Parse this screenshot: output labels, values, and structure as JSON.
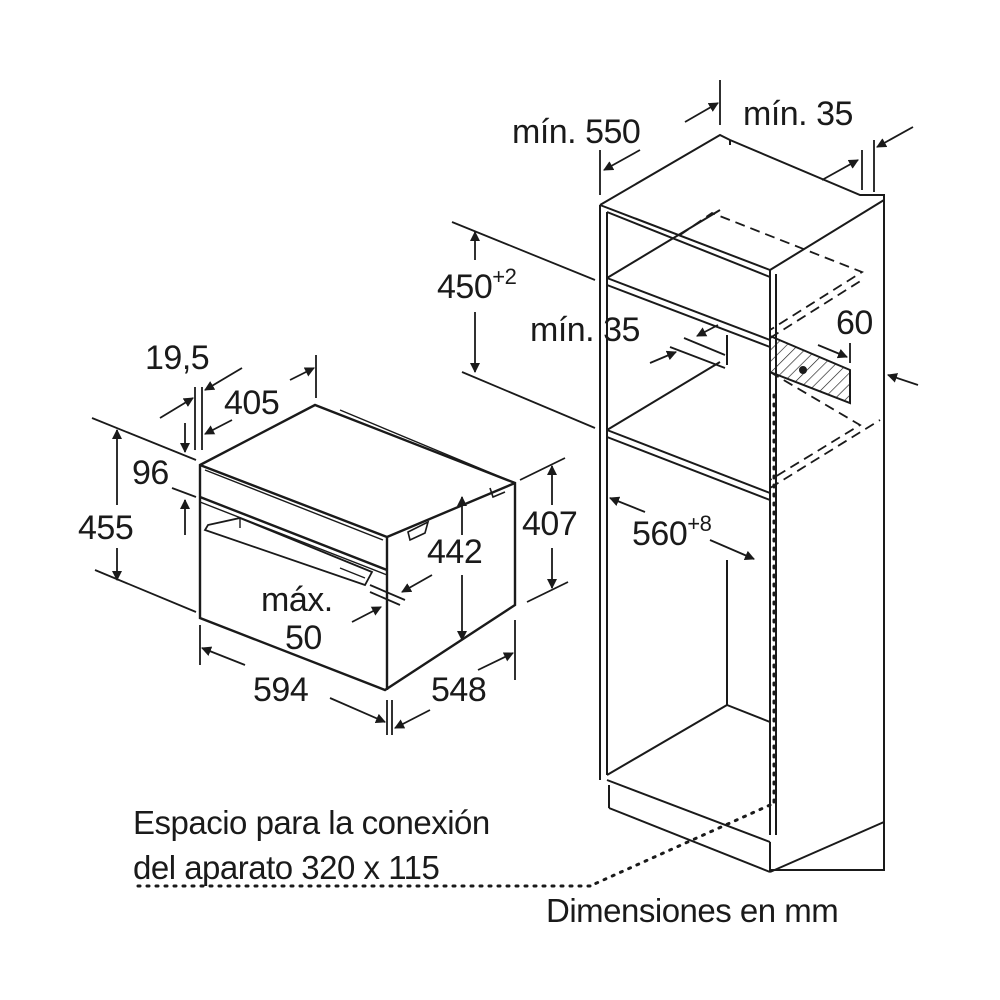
{
  "diagram": {
    "type": "built-in appliance installation dimensions",
    "units_note": "Dimensiones en mm",
    "colors": {
      "line": "#1a1a1a",
      "background": "#ffffff"
    },
    "appliance": {
      "dim_19_5": "19,5",
      "dim_405": "405",
      "dim_96": "96",
      "dim_455": "455",
      "dim_442": "442",
      "dim_407": "407",
      "dim_max_label": "máx.",
      "dim_max_value": "50",
      "dim_594": "594",
      "dim_548": "548"
    },
    "cabinet": {
      "min550": "mín. 550",
      "min35_top": "mín. 35",
      "dim_450": "450",
      "dim_450_tol": "+2",
      "min35_mid": "mín. 35",
      "dim_60": "60",
      "dim_560": "560",
      "dim_560_tol": "+8"
    },
    "connection_note": {
      "line1": "Espacio para la conexión",
      "line2": "del aparato 320 x 115"
    }
  }
}
